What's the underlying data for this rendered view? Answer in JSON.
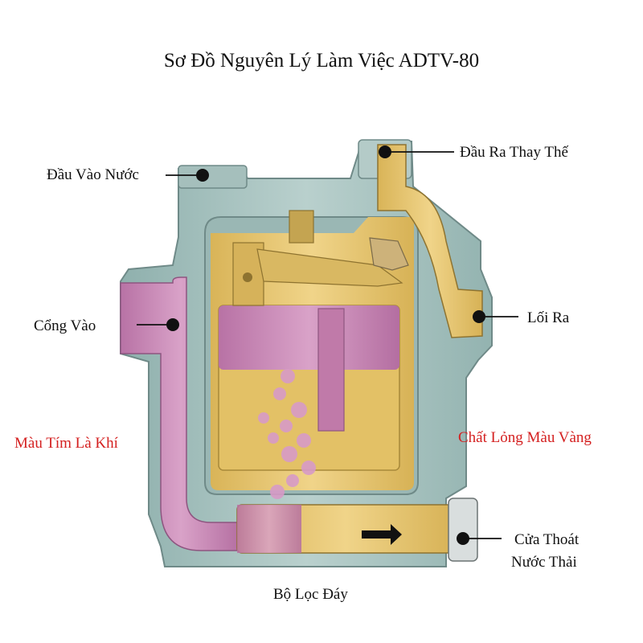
{
  "title": "Sơ Đồ Nguyên Lý Làm Việc ADTV-80",
  "labels": {
    "water_inlet": "Đầu Vào Nước",
    "alt_outlet": "Đầu Ra Thay Thế",
    "inlet": "Cổng Vào",
    "outlet": "Lối Ra",
    "gas_note": "Màu Tím Là Khí",
    "liquid_note": "Chất Lỏng Màu Vàng",
    "drain_line1": "Cửa Thoát",
    "drain_line2": "Nước Thải",
    "bottom_filter": "Bộ Lọc Đáy"
  },
  "colors": {
    "body": "#a9c4c1",
    "liquid": "#e6c770",
    "gas": "#c98ab8",
    "note_red": "#d42020"
  }
}
